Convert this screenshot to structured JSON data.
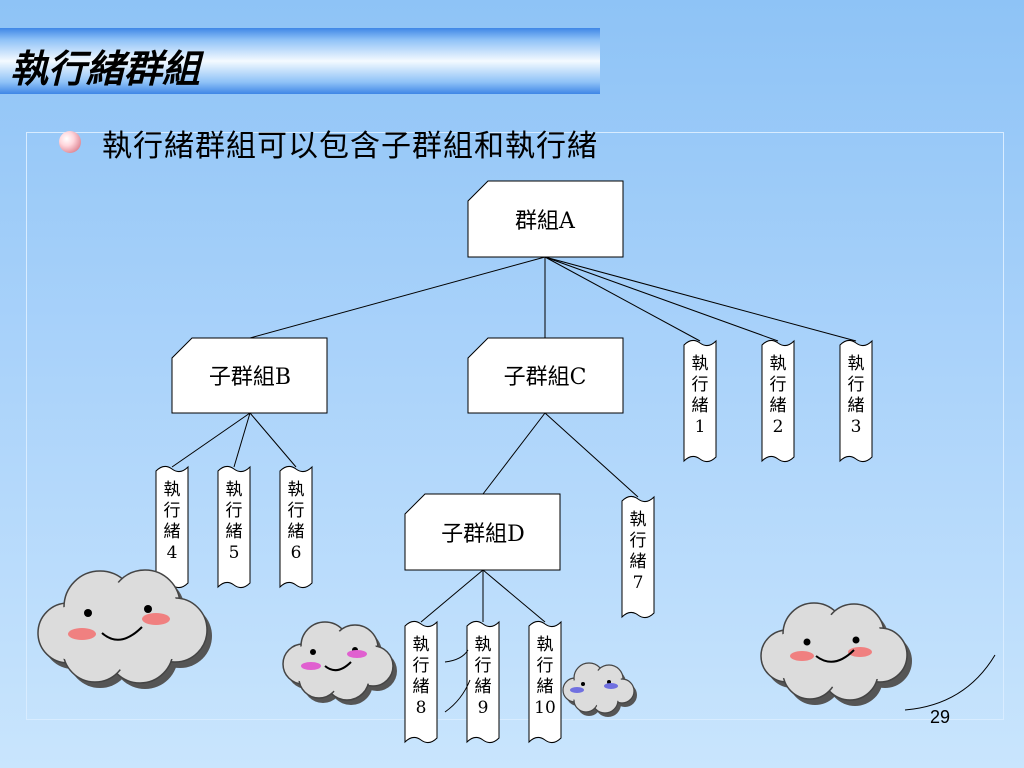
{
  "slide": {
    "title": "執行緒群組",
    "bullet": "執行緒群組可以包含子群組和執行緒",
    "page_number": "29"
  },
  "diagram": {
    "groups": {
      "a": "群組A",
      "b": "子群組B",
      "c": "子群組C",
      "d": "子群組D"
    },
    "threads": [
      [
        "執",
        "行",
        "緒",
        "1"
      ],
      [
        "執",
        "行",
        "緒",
        "2"
      ],
      [
        "執",
        "行",
        "緒",
        "3"
      ],
      [
        "執",
        "行",
        "緒",
        "4"
      ],
      [
        "執",
        "行",
        "緒",
        "5"
      ],
      [
        "執",
        "行",
        "緒",
        "6"
      ],
      [
        "執",
        "行",
        "緒",
        "7"
      ],
      [
        "執",
        "行",
        "緒",
        "8"
      ],
      [
        "執",
        "行",
        "緒",
        "9"
      ],
      [
        "執",
        "行",
        "緒",
        "10"
      ]
    ]
  },
  "colors": {
    "box_fill": "#ffffff",
    "stroke": "#000000",
    "cloud_fill": "#dcdcdc",
    "cheek_red": "#f08080",
    "cheek_pink": "#e060d0",
    "cheek_blue": "#7070e0"
  }
}
